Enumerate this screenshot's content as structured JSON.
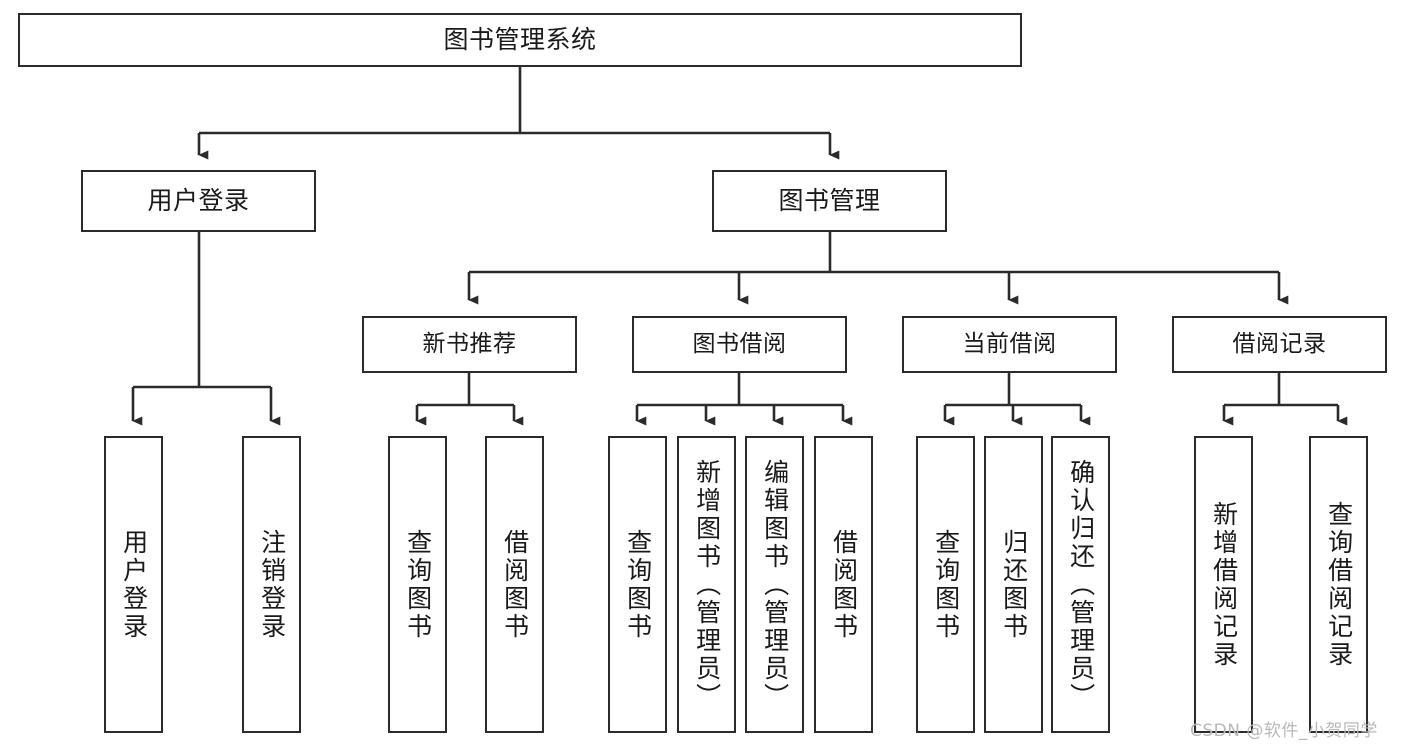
{
  "diagram": {
    "type": "tree",
    "title": "图书管理系统",
    "orientation": "top-down",
    "colors": {
      "box_border": "#2b2b2b",
      "box_fill": "#ffffff",
      "connector": "#2b2b2b",
      "text": "#1a1a1a",
      "watermark": "#b9b9b9"
    },
    "root": {
      "label": "图书管理系统"
    },
    "level2": [
      {
        "label": "用户登录"
      },
      {
        "label": "图书管理"
      }
    ],
    "level3": [
      {
        "label": "新书推荐"
      },
      {
        "label": "图书借阅"
      },
      {
        "label": "当前借阅"
      },
      {
        "label": "借阅记录"
      }
    ],
    "leaves": {
      "user_login": [
        {
          "label": "用户登录"
        },
        {
          "label": "注销登录"
        }
      ],
      "new_book_recommend": [
        {
          "label": "查询图书"
        },
        {
          "label": "借阅图书"
        }
      ],
      "book_borrow": [
        {
          "label": "查询图书"
        },
        {
          "label": "新增图书（管理员）"
        },
        {
          "label": "编辑图书（管理员）"
        },
        {
          "label": "借阅图书"
        }
      ],
      "current_borrow": [
        {
          "label": "查询图书"
        },
        {
          "label": "归还图书"
        },
        {
          "label": "确认归还（管理员）"
        }
      ],
      "borrow_record": [
        {
          "label": "新增借阅记录"
        },
        {
          "label": "查询借阅记录"
        }
      ]
    }
  },
  "watermark": {
    "text": "CSDN @软件_小贺同学"
  }
}
